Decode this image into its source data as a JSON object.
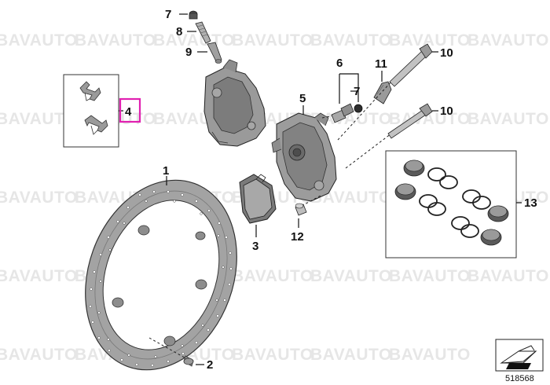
{
  "watermark": "BAVAUTO",
  "document_number": "518568",
  "colors": {
    "highlight": "#e020b0",
    "part_fill": "#9a9a9a",
    "part_dark": "#6e6e6e",
    "line": "#111111"
  },
  "callouts": {
    "c1": "1",
    "c2": "2",
    "c3": "3",
    "c4": "4",
    "c5": "5",
    "c6": "6",
    "c7a": "7",
    "c7b": "7",
    "c8": "8",
    "c9": "9",
    "c10a": "10",
    "c10b": "10",
    "c11": "11",
    "c12": "12",
    "c13": "13"
  }
}
